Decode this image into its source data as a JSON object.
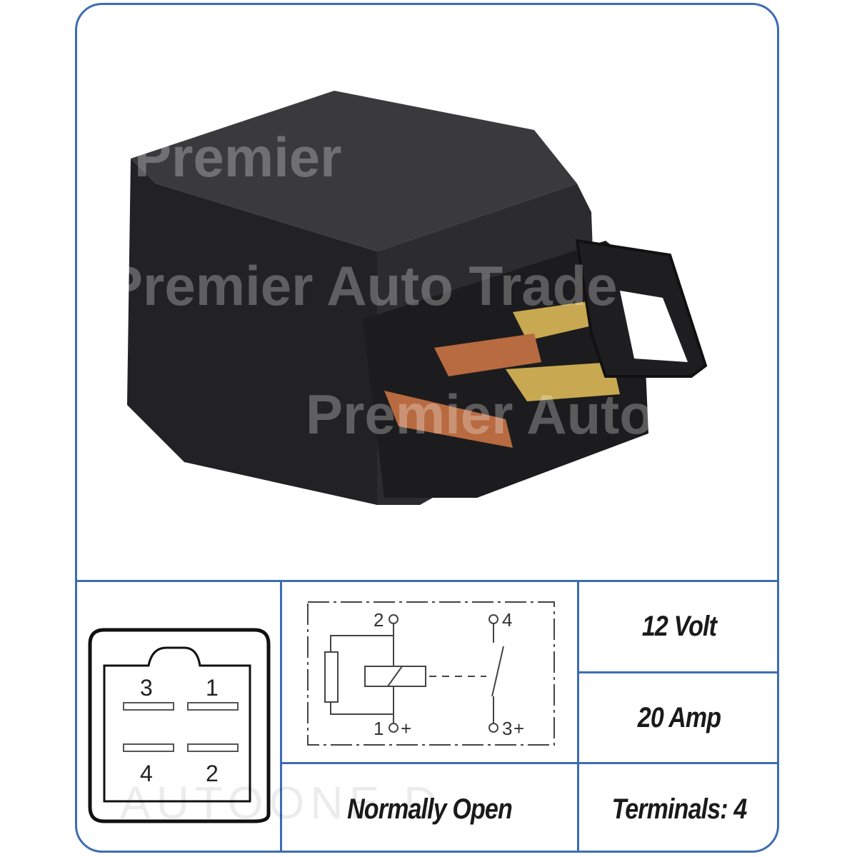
{
  "watermark": {
    "line1": "Premier",
    "line2": "Premier Auto Trade",
    "line3": "Premier Auto",
    "bottom": "AUTOONE.D"
  },
  "pinout": {
    "pins": [
      "3",
      "1",
      "4",
      "2"
    ]
  },
  "schematic": {
    "t2": "2",
    "t4": "4",
    "t1": "1",
    "t1_sign": "+",
    "t3": "3",
    "t3_sign": "+"
  },
  "specs": {
    "voltage": "12 Volt",
    "current": "20 Amp",
    "type": "Normally Open",
    "terminals": "Terminals: 4"
  },
  "colors": {
    "border": "#3c6db3",
    "relay_body": "#2a2a2c"
  }
}
